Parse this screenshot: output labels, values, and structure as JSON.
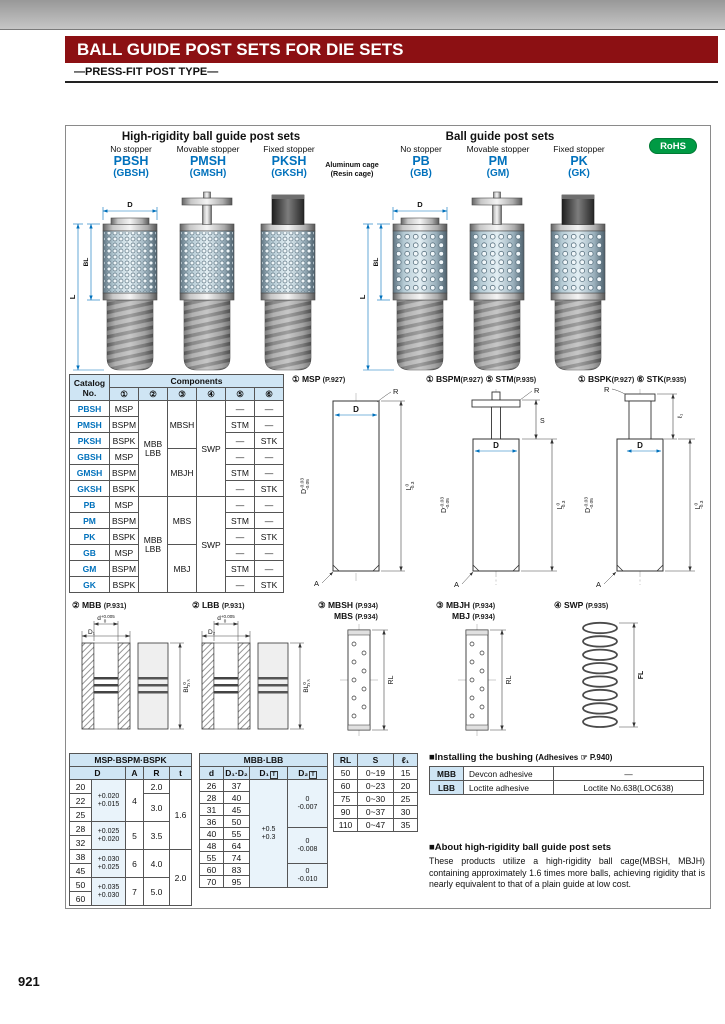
{
  "page_number": "921",
  "header": {
    "title": "BALL GUIDE POST SETS FOR DIE SETS",
    "subtitle": "—PRESS-FIT POST TYPE—"
  },
  "rohs": "RoHS",
  "groups": {
    "high_title": "High-rigidity ball guide post sets",
    "std_title": "Ball guide post sets",
    "high_cols": [
      {
        "stopper": "No stopper",
        "code": "PBSH",
        "alt": "(GBSH)"
      },
      {
        "stopper": "Movable stopper",
        "code": "PMSH",
        "alt": "(GMSH)"
      },
      {
        "stopper": "Fixed stopper",
        "code": "PKSH",
        "alt": "(GKSH)"
      }
    ],
    "std_cols": [
      {
        "stopper": "No stopper",
        "code": "PB",
        "alt": "(GB)"
      },
      {
        "stopper": "Movable stopper",
        "code": "PM",
        "alt": "(GM)"
      },
      {
        "stopper": "Fixed stopper",
        "code": "PK",
        "alt": "(GK)"
      }
    ],
    "cage_note_1": "Aluminum cage",
    "cage_note_2": "(Resin cage)"
  },
  "dims": {
    "D": "D",
    "BL": "BL",
    "L": "L",
    "R": "R",
    "A": "A",
    "S": "S",
    "l1": "ℓ₁",
    "D1": "D₁",
    "D2": "D₂",
    "d": "d",
    "RL": "RL",
    "FL": "FL",
    "L_tol_hi": "0",
    "L_tol_lo": "-0.3",
    "D_tol_hi": "-0.03",
    "D_tol_lo": "-0.05",
    "d_tol_hi": "+0.005",
    "d_tol_lo": "0"
  },
  "components": {
    "hdr_catalog": "Catalog",
    "hdr_no": "No.",
    "hdr_components": "Components",
    "cols": [
      "①",
      "②",
      "③",
      "④",
      "⑤",
      "⑥"
    ],
    "rows": [
      {
        "no": "PBSH",
        "c1": "MSP",
        "c5": "—",
        "c6": "—"
      },
      {
        "no": "PMSH",
        "c1": "BSPM",
        "c5": "STM",
        "c6": "—"
      },
      {
        "no": "PKSH",
        "c1": "BSPK",
        "c5": "—",
        "c6": "STK"
      },
      {
        "no": "GBSH",
        "c1": "MSP",
        "c5": "—",
        "c6": "—"
      },
      {
        "no": "GMSH",
        "c1": "BSPM",
        "c5": "STM",
        "c6": "—"
      },
      {
        "no": "GKSH",
        "c1": "BSPK",
        "c5": "—",
        "c6": "STK"
      },
      {
        "no": "PB",
        "c1": "MSP",
        "c5": "—",
        "c6": "—"
      },
      {
        "no": "PM",
        "c1": "BSPM",
        "c5": "STM",
        "c6": "—"
      },
      {
        "no": "PK",
        "c1": "BSPK",
        "c5": "—",
        "c6": "STK"
      },
      {
        "no": "GB",
        "c1": "MSP",
        "c5": "—",
        "c6": "—"
      },
      {
        "no": "GM",
        "c1": "BSPM",
        "c5": "STM",
        "c6": "—"
      },
      {
        "no": "GK",
        "c1": "BSPK",
        "c5": "—",
        "c6": "STK"
      }
    ],
    "m_mbb": "MBB",
    "m_lbb": "LBB",
    "m_mbsh": "MBSH",
    "m_mbjh": "MBJH",
    "m_mbs": "MBS",
    "m_mbj": "MBJ",
    "m_swp": "SWP"
  },
  "diagrams": {
    "msp": {
      "t1": "① MSP",
      "p1": "(P.927)"
    },
    "bspm": {
      "t1": "① BSPM",
      "p1": "(P.927)",
      "t2": "⑤ STM",
      "p2": "(P.935)"
    },
    "bspk": {
      "t1": "① BSPK",
      "p1": "(P.927)",
      "t2": "⑥ STK",
      "p2": "(P.935)"
    },
    "mbb": {
      "t1": "② MBB",
      "p1": "(P.931)"
    },
    "lbb": {
      "t1": "② LBB",
      "p1": "(P.931)"
    },
    "mbsh": {
      "t1": "③ MBSH",
      "p1": "(P.934)",
      "t2": "MBS",
      "p2": "(P.934)"
    },
    "mbjh": {
      "t1": "③ MBJH",
      "p1": "(P.934)",
      "t2": "MBJ",
      "p2": "(P.934)"
    },
    "swp": {
      "t1": "④ SWP",
      "p1": "(P.935)"
    }
  },
  "table_msp": {
    "title": "MSP·BSPM·BSPK",
    "h": [
      "D",
      "A",
      "R",
      "t"
    ],
    "d": [
      "20",
      "22",
      "25",
      "28",
      "32",
      "38",
      "45",
      "50",
      "60"
    ],
    "tol": [
      [
        "+0.020",
        "+0.015"
      ],
      [
        "+0.025",
        "+0.020"
      ],
      [
        "+0.030",
        "+0.025"
      ],
      [
        "+0.035",
        "+0.030"
      ]
    ],
    "a": [
      "4",
      "5",
      "6",
      "7"
    ],
    "r": [
      "2.0",
      "3.0",
      "3.5",
      "4.0",
      "5.0"
    ],
    "t": [
      "1.6",
      "2.0"
    ]
  },
  "table_mbb": {
    "title": "MBB·LBB",
    "h_d": "d",
    "h_d12": "D₁·D₂",
    "h_d1": "D₁",
    "h_d2": "D₂",
    "h_t": "T",
    "rows": [
      {
        "d": "26",
        "dd": "37"
      },
      {
        "d": "28",
        "dd": "40"
      },
      {
        "d": "31",
        "dd": "45"
      },
      {
        "d": "36",
        "dd": "50"
      },
      {
        "d": "40",
        "dd": "55"
      },
      {
        "d": "48",
        "dd": "64"
      },
      {
        "d": "55",
        "dd": "74"
      },
      {
        "d": "60",
        "dd": "83"
      },
      {
        "d": "70",
        "dd": "95"
      }
    ],
    "d1_tol": [
      "+0.5",
      "+0.3"
    ],
    "d2_tol": [
      [
        "0",
        "-0.007"
      ],
      [
        "0",
        "-0.008"
      ],
      [
        "0",
        "-0.010"
      ]
    ]
  },
  "table_rl": {
    "h": [
      "RL",
      "S",
      "ℓ₁"
    ],
    "rows": [
      {
        "rl": "50",
        "s": "0~19",
        "l1": "15"
      },
      {
        "rl": "60",
        "s": "0~23",
        "l1": "20"
      },
      {
        "rl": "75",
        "s": "0~30",
        "l1": "25"
      },
      {
        "rl": "90",
        "s": "0~37",
        "l1": "30"
      },
      {
        "rl": "110",
        "s": "0~47",
        "l1": "35"
      }
    ]
  },
  "adhesive": {
    "title": "■Installing the bushing",
    "title2": "(Adhesives ☞ P.940)",
    "rows": [
      {
        "code": "MBB",
        "type": "Devcon adhesive",
        "product": "—"
      },
      {
        "code": "LBB",
        "type": "Loctite adhesive",
        "product": "Loctite No.638(LOC638)"
      }
    ]
  },
  "about": {
    "title": "■About high-rigidity ball guide post sets",
    "body": "These products utilize a high-rigidity ball cage(MBSH, MBJH) containing approximately 1.6 times more balls, achieving rigidity that is nearly equivalent to that of a plain guide at low cost."
  }
}
